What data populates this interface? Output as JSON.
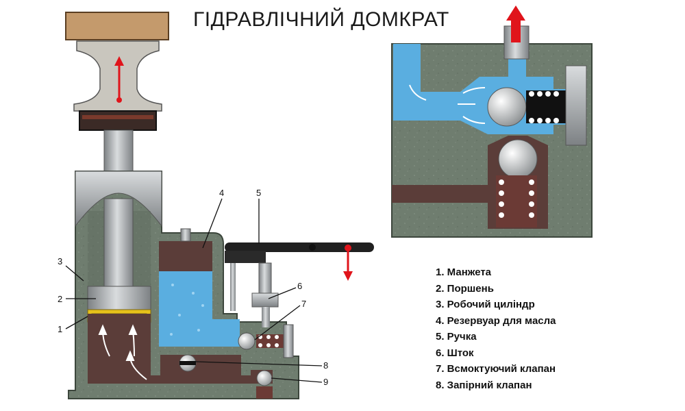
{
  "title": "ГІДРАВЛІЧНИЙ ДОМКРАТ",
  "callouts": [
    "1",
    "2",
    "3",
    "4",
    "5",
    "6",
    "7",
    "8",
    "9"
  ],
  "legend": [
    "1. Манжета",
    "2. Поршень",
    "3. Робочий циліндр",
    "4. Резервуар для масла",
    "5. Ручка",
    "6. Шток",
    "7. Всмоктуючий клапан",
    "8. Запірний клапан"
  ],
  "colors": {
    "housing": "#6f7d6f",
    "oil_pressure": "#5b3d39",
    "oil_reservoir": "#5aaee0",
    "steel": "#b9bcbe",
    "rail_arrow": "#e0141b",
    "wood": "#c49a6c"
  },
  "icons": [
    "arrow-up-icon",
    "arrow-down-icon",
    "flow-arrow-icon"
  ]
}
